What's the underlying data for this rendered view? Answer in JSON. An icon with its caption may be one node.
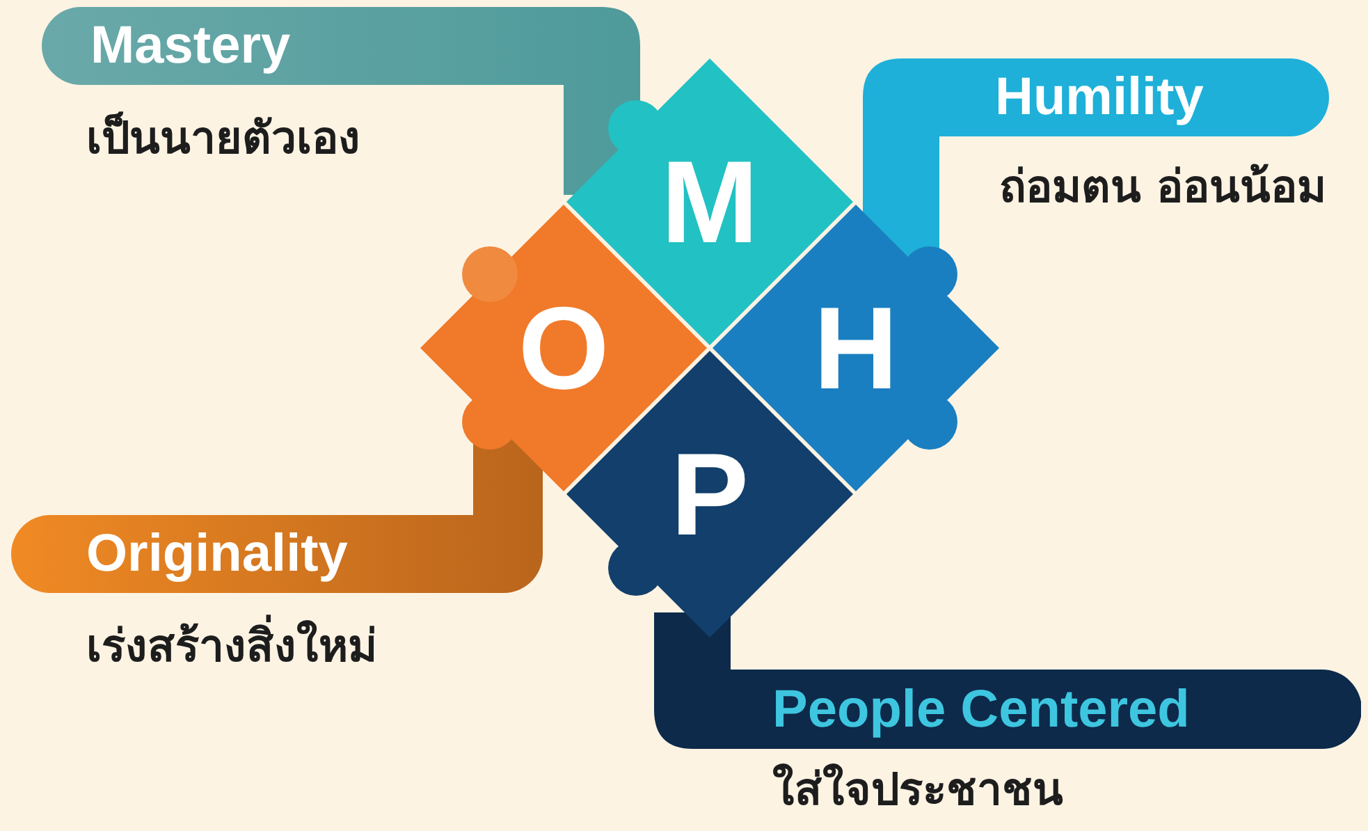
{
  "diagram": {
    "nodes": [
      {
        "text": [
          "Mastery",
          "เป็นนายตัวเอง"
        ]
      },
      {
        "text": [
          "Humility",
          "ถ่อมตน อ่อนน้อม"
        ]
      },
      {
        "text": [
          "M"
        ]
      },
      {
        "text": [
          "O"
        ]
      },
      {
        "text": [
          "H"
        ]
      },
      {
        "text": [
          "P"
        ]
      },
      {
        "text": [
          "Originality",
          "เร่งสร้างสิ่งใหม่"
        ]
      },
      {
        "text": [
          "People Centered",
          "ใส่ใจประชาชน"
        ]
      }
    ]
  }
}
